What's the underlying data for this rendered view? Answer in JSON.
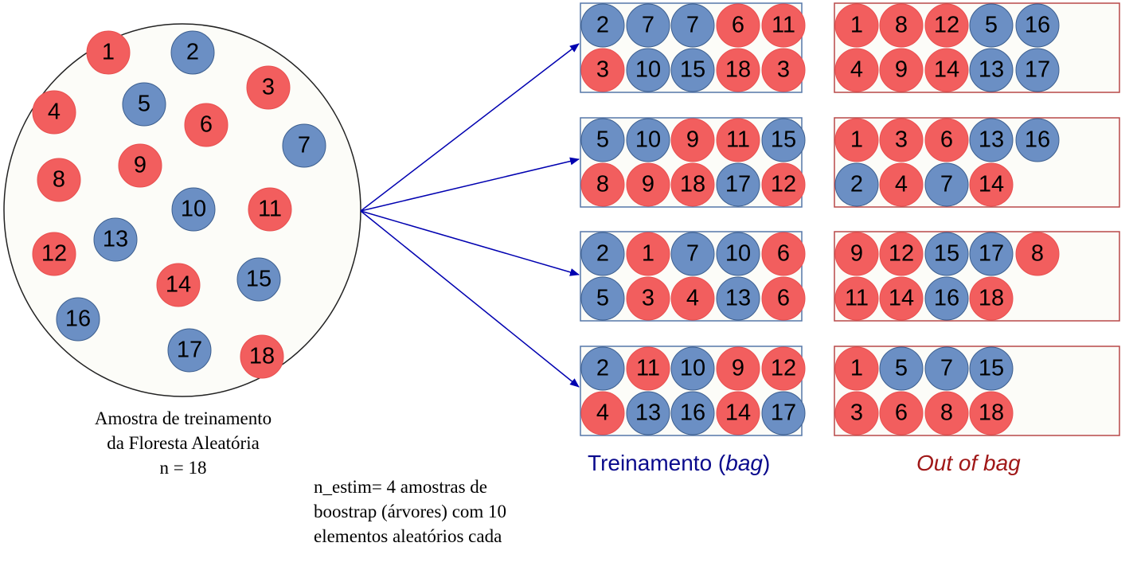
{
  "colors": {
    "red": "#f25e5e",
    "blue": "#6b8fc4",
    "bag_border": "#5577a8",
    "oob_border": "#b84848",
    "arrow": "#0000b0"
  },
  "sample_caption": {
    "line1": "Amostra de treinamento",
    "line2": "da Floresta Aleatória",
    "line3": "n = 18"
  },
  "note": {
    "line1": "n_estim= 4 amostras de",
    "line2": "boostrap (árvores) com 10",
    "line3": "elementos aleatórios cada"
  },
  "legend": {
    "train_prefix": "Treinamento (",
    "train_em": "bag",
    "train_suffix": ")",
    "oob": "Out of bag"
  },
  "population": [
    {
      "label": "1",
      "color": "red"
    },
    {
      "label": "2",
      "color": "blue"
    },
    {
      "label": "3",
      "color": "red"
    },
    {
      "label": "4",
      "color": "red"
    },
    {
      "label": "5",
      "color": "blue"
    },
    {
      "label": "6",
      "color": "red"
    },
    {
      "label": "7",
      "color": "blue"
    },
    {
      "label": "8",
      "color": "red"
    },
    {
      "label": "9",
      "color": "red"
    },
    {
      "label": "10",
      "color": "blue"
    },
    {
      "label": "11",
      "color": "red"
    },
    {
      "label": "12",
      "color": "red"
    },
    {
      "label": "13",
      "color": "blue"
    },
    {
      "label": "14",
      "color": "red"
    },
    {
      "label": "15",
      "color": "blue"
    },
    {
      "label": "16",
      "color": "blue"
    },
    {
      "label": "17",
      "color": "blue"
    },
    {
      "label": "18",
      "color": "red"
    }
  ],
  "bags": [
    [
      [
        {
          "label": "2",
          "color": "blue"
        },
        {
          "label": "7",
          "color": "blue"
        },
        {
          "label": "7",
          "color": "blue"
        },
        {
          "label": "6",
          "color": "red"
        },
        {
          "label": "11",
          "color": "red"
        }
      ],
      [
        {
          "label": "3",
          "color": "red"
        },
        {
          "label": "10",
          "color": "blue"
        },
        {
          "label": "15",
          "color": "blue"
        },
        {
          "label": "18",
          "color": "red"
        },
        {
          "label": "3",
          "color": "red"
        }
      ]
    ],
    [
      [
        {
          "label": "5",
          "color": "blue"
        },
        {
          "label": "10",
          "color": "blue"
        },
        {
          "label": "9",
          "color": "red"
        },
        {
          "label": "11",
          "color": "red"
        },
        {
          "label": "15",
          "color": "blue"
        }
      ],
      [
        {
          "label": "8",
          "color": "red"
        },
        {
          "label": "9",
          "color": "red"
        },
        {
          "label": "18",
          "color": "red"
        },
        {
          "label": "17",
          "color": "blue"
        },
        {
          "label": "12",
          "color": "red"
        }
      ]
    ],
    [
      [
        {
          "label": "2",
          "color": "blue"
        },
        {
          "label": "1",
          "color": "red"
        },
        {
          "label": "7",
          "color": "blue"
        },
        {
          "label": "10",
          "color": "blue"
        },
        {
          "label": "6",
          "color": "red"
        }
      ],
      [
        {
          "label": "5",
          "color": "blue"
        },
        {
          "label": "3",
          "color": "red"
        },
        {
          "label": "4",
          "color": "red"
        },
        {
          "label": "13",
          "color": "blue"
        },
        {
          "label": "6",
          "color": "red"
        }
      ]
    ],
    [
      [
        {
          "label": "2",
          "color": "blue"
        },
        {
          "label": "11",
          "color": "red"
        },
        {
          "label": "10",
          "color": "blue"
        },
        {
          "label": "9",
          "color": "red"
        },
        {
          "label": "12",
          "color": "red"
        }
      ],
      [
        {
          "label": "4",
          "color": "red"
        },
        {
          "label": "13",
          "color": "blue"
        },
        {
          "label": "16",
          "color": "blue"
        },
        {
          "label": "14",
          "color": "red"
        },
        {
          "label": "17",
          "color": "blue"
        }
      ]
    ]
  ],
  "oob": [
    [
      [
        {
          "label": "1",
          "color": "red"
        },
        {
          "label": "8",
          "color": "red"
        },
        {
          "label": "12",
          "color": "red"
        },
        {
          "label": "5",
          "color": "blue"
        },
        {
          "label": "16",
          "color": "blue"
        }
      ],
      [
        {
          "label": "4",
          "color": "red"
        },
        {
          "label": "9",
          "color": "red"
        },
        {
          "label": "14",
          "color": "red"
        },
        {
          "label": "13",
          "color": "blue"
        },
        {
          "label": "17",
          "color": "blue"
        }
      ]
    ],
    [
      [
        {
          "label": "1",
          "color": "red"
        },
        {
          "label": "3",
          "color": "red"
        },
        {
          "label": "6",
          "color": "red"
        },
        {
          "label": "13",
          "color": "blue"
        },
        {
          "label": "16",
          "color": "blue"
        }
      ],
      [
        {
          "label": "2",
          "color": "blue"
        },
        {
          "label": "4",
          "color": "red"
        },
        {
          "label": "7",
          "color": "blue"
        },
        {
          "label": "14",
          "color": "red"
        }
      ]
    ],
    [
      [
        {
          "label": "9",
          "color": "red"
        },
        {
          "label": "12",
          "color": "red"
        },
        {
          "label": "15",
          "color": "blue"
        },
        {
          "label": "17",
          "color": "blue"
        },
        {
          "label": "8",
          "color": "red"
        }
      ],
      [
        {
          "label": "11",
          "color": "red"
        },
        {
          "label": "14",
          "color": "red"
        },
        {
          "label": "16",
          "color": "blue"
        },
        {
          "label": "18",
          "color": "red"
        }
      ]
    ],
    [
      [
        {
          "label": "1",
          "color": "red"
        },
        {
          "label": "5",
          "color": "blue"
        },
        {
          "label": "7",
          "color": "blue"
        },
        {
          "label": "15",
          "color": "blue"
        }
      ],
      [
        {
          "label": "3",
          "color": "red"
        },
        {
          "label": "6",
          "color": "red"
        },
        {
          "label": "8",
          "color": "red"
        },
        {
          "label": "18",
          "color": "red"
        }
      ]
    ]
  ]
}
